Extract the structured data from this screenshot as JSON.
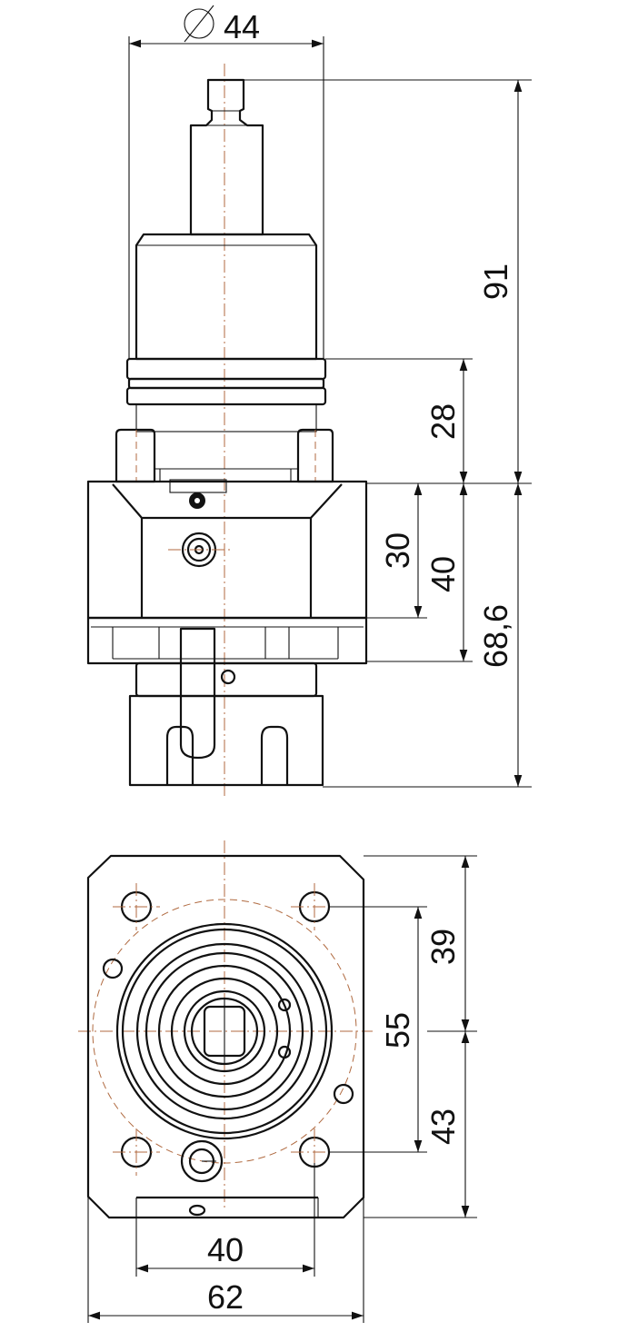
{
  "dimensions": {
    "top_diameter": {
      "symbol": "⌀",
      "value": "44"
    },
    "overall_height": "91",
    "upper_height": "28",
    "body_30": "30",
    "body_40": "40",
    "lower_height": "68,6",
    "flange_39": "39",
    "flange_55": "55",
    "flange_43": "43",
    "flange_width_40": "40",
    "flange_width_62": "62"
  },
  "colors": {
    "line": "#111111",
    "centerline": "#b06a40",
    "background": "#ffffff"
  }
}
